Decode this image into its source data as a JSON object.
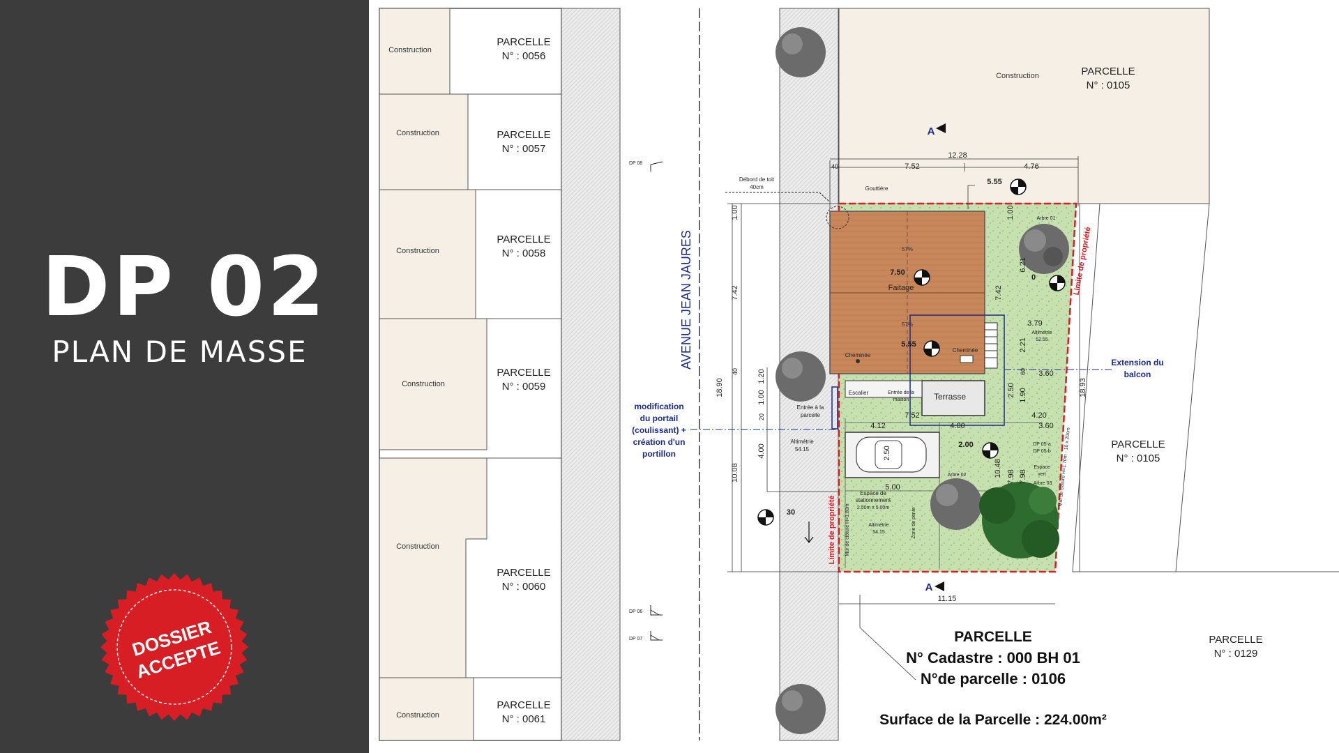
{
  "header": {
    "title": "DP 02",
    "subtitle": "PLAN DE MASSE"
  },
  "stamp": {
    "line1": "DOSSIER",
    "line2": "ACCEPTE"
  },
  "colors": {
    "panel": "#3c3c3c",
    "stamp_red": "#d81e25",
    "construction_fill": "#f5efe5",
    "roof": "#c8875a",
    "lawn": "#c6e0b0",
    "tree": "#2e6b2e",
    "tree_grey": "#6b6b6b",
    "annotation_blue": "#1a2a8a",
    "property_line_red": "#d81e25"
  },
  "plan": {
    "left_parcels": [
      {
        "construction": "Construction",
        "label": "PARCELLE",
        "number": "N° : 0056"
      },
      {
        "construction": "Construction",
        "label": "PARCELLE",
        "number": "N° : 0057"
      },
      {
        "construction": "Construction",
        "label": "PARCELLE",
        "number": "N° : 0058"
      },
      {
        "construction": "Construction",
        "label": "PARCELLE",
        "number": "N° : 0059"
      },
      {
        "construction": "Construction",
        "label": "PARCELLE",
        "number": "N° : 0060"
      },
      {
        "construction": "Construction",
        "label": "PARCELLE",
        "number": "N° : 0061"
      }
    ],
    "street_name": "AVENUE JEAN JAURES",
    "top_parcel": {
      "construction": "Construction",
      "label": "PARCELLE",
      "number": "N° : 0105"
    },
    "right_parcel": {
      "label": "PARCELLE",
      "number": "N° : 0105"
    },
    "bottom_right_parcel": {
      "label": "PARCELLE",
      "number": "N° : 0129"
    },
    "section_mark": "A",
    "dims": {
      "total_width": "12.28",
      "left_span": "7.52",
      "right_span": "4.76",
      "eave_offset": "40",
      "height_555_top": "5.55",
      "roof_750": "7.50",
      "roof_555": "5.55",
      "depth_total": "18.90",
      "depth_right": "18.93",
      "dim_742": "7.42",
      "dim_742b": "7.42",
      "dim_100": "1.00",
      "dim_100b": "1.00",
      "dim_100c": "1.00",
      "dim_40": "40",
      "dim_120": "1.20",
      "dim_20": "20",
      "dim_400": "4.00",
      "dim_1008": "10.08",
      "dim_752": "7.52",
      "dim_412": "4.12",
      "dim_400b": "4.00",
      "dim_420": "4.20",
      "dim_360": "3.60",
      "dim_360b": "3.60",
      "dim_379": "3.79",
      "dim_221": "2.21",
      "dim_250": "2.50",
      "dim_190": "1.90",
      "dim_200": "2.00",
      "dim_250b": "2.50",
      "dim_500": "5.00",
      "dim_1048": "10.48",
      "dim_798": "7.98",
      "dim_798b": "7.98",
      "dim_621": "6.21",
      "dim_0": "0",
      "dim_60": "60",
      "dim_30": "30",
      "dim_1115": "11.15"
    },
    "labels": {
      "debord1": "Débord de toit",
      "debord2": "40cm",
      "gouttiere": "Gouttière",
      "faitage": "Faitage",
      "roof_pct_a": "57%",
      "roof_pct_b": "57%",
      "cheminee_a": "Cheminée",
      "cheminee_b": "Cheminée",
      "escalier": "Escalier",
      "entree_maison_1": "Entrée de la",
      "entree_maison_2": "maison",
      "terrasse": "Terrasse",
      "entree_parcelle_1": "Entrée à la",
      "entree_parcelle_2": "parcelle",
      "alti_left_1": "Altimétrie",
      "alti_left_2": "54.15",
      "alti_right_1": "Altimétrie",
      "alti_right_2": "52.55",
      "alti_park_1": "Altimétrie",
      "alti_park_2": "54.15",
      "espace_stat_1": "Espace de",
      "espace_stat_2": "stationnement",
      "espace_stat_3": "2.50m x 5.00m",
      "zone_pente": "Zone de pente",
      "arbre01": "Arbre 01",
      "arbre02": "Arbre 02",
      "arbre03": "Arbre 03",
      "espace_vert_1": "Espace",
      "espace_vert_2": "vert",
      "dp05_1": "DP 05-a",
      "dp05_2": "DP 05-b",
      "dp08": "DP 08",
      "dp06": "DP 06",
      "dp07": "DP 07",
      "limite_left": "Limite de propriété",
      "limite_right": "Limite de propriété",
      "cloture_left": "Mur de clôture H=1.80m",
      "cloture_right": "Mur de clôture H=1.70m - 10 x 20cm"
    },
    "annotations": {
      "portail": [
        "modification",
        "du portail",
        "(coulissant) +",
        "création d'un",
        "portillon"
      ],
      "extension": [
        "Extension du",
        "balcon"
      ]
    },
    "info": {
      "title": "PARCELLE",
      "cadastre": "N° Cadastre : 000 BH 01",
      "parcelle": "N°de parcelle : 0106",
      "surface": "Surface de la Parcelle : 224.00m²"
    }
  }
}
